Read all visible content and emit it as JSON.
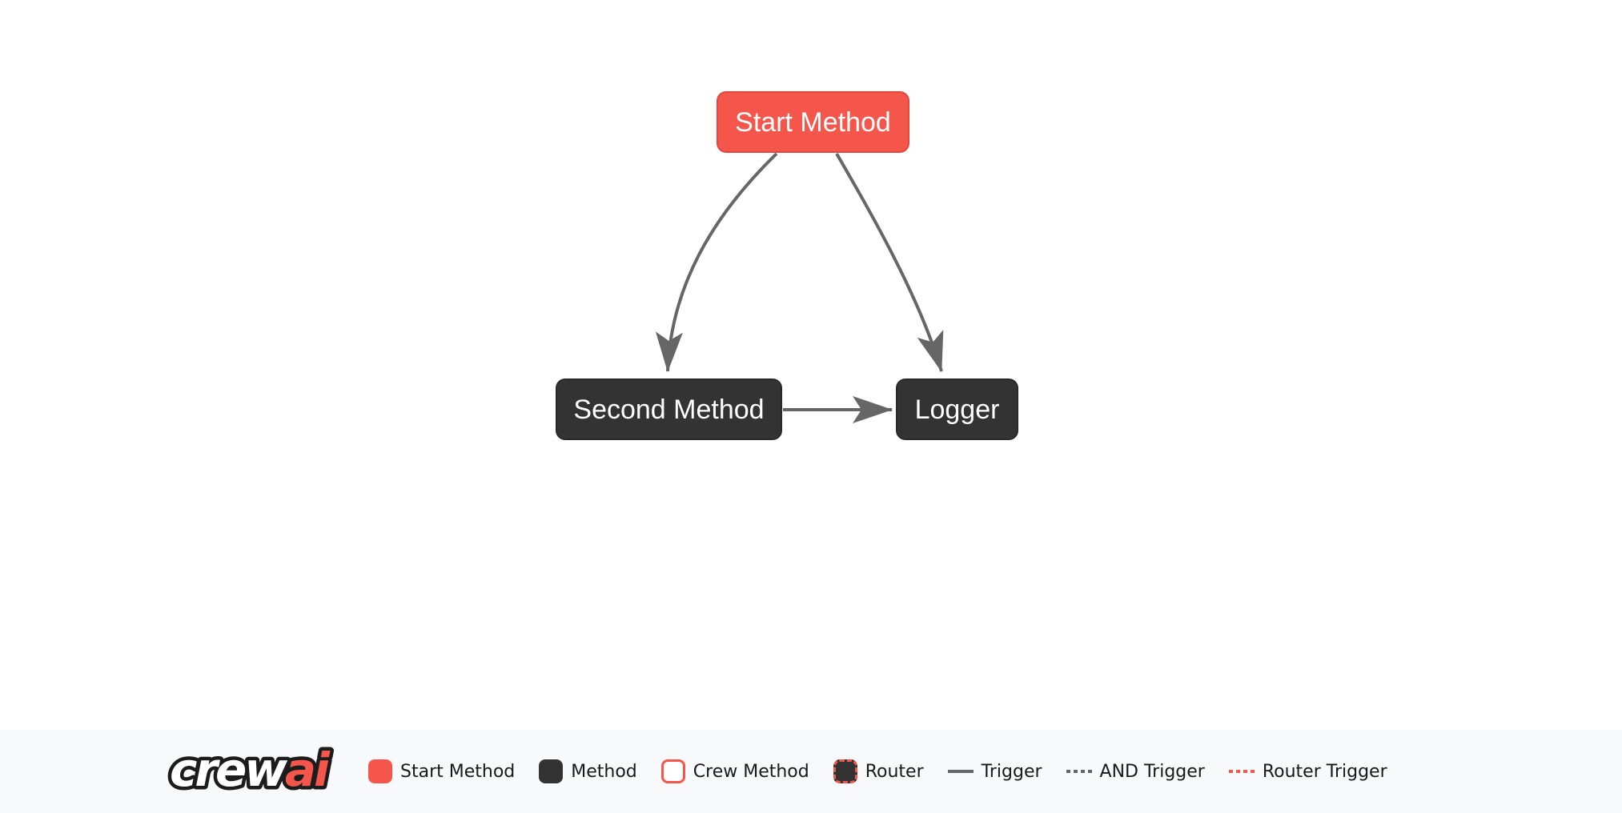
{
  "page": {
    "background": "#FFFFFF"
  },
  "canvas": {
    "nodes": [
      {
        "id": "start_method",
        "label": "Start Method",
        "type": "start"
      },
      {
        "id": "second_method",
        "label": "Second Method",
        "type": "method"
      },
      {
        "id": "logger",
        "label": "Logger",
        "type": "method"
      }
    ],
    "edges": [
      {
        "from": "start_method",
        "to": "second_method",
        "type": "trigger"
      },
      {
        "from": "start_method",
        "to": "logger",
        "type": "trigger"
      },
      {
        "from": "second_method",
        "to": "logger",
        "type": "trigger"
      }
    ]
  },
  "colors": {
    "start_node": "#F4564C",
    "start_node_border": "#E0483E",
    "method_node": "#333333",
    "edge": "#666666",
    "node_text": "#FFFFFF",
    "legend_background": "#F8F9FA",
    "legend_text": "#191919",
    "router_trigger": "#F4564C"
  },
  "legend": {
    "logo": {
      "crew": "crew",
      "ai": "ai"
    },
    "items": [
      {
        "label": "Start Method",
        "swatch": "box-start"
      },
      {
        "label": "Method",
        "swatch": "box-method"
      },
      {
        "label": "Crew Method",
        "swatch": "box-crew"
      },
      {
        "label": "Router",
        "swatch": "box-router"
      },
      {
        "label": "Trigger",
        "swatch": "line-trigger"
      },
      {
        "label": "AND Trigger",
        "swatch": "line-and-trigger"
      },
      {
        "label": "Router Trigger",
        "swatch": "line-router-trigger"
      }
    ]
  }
}
